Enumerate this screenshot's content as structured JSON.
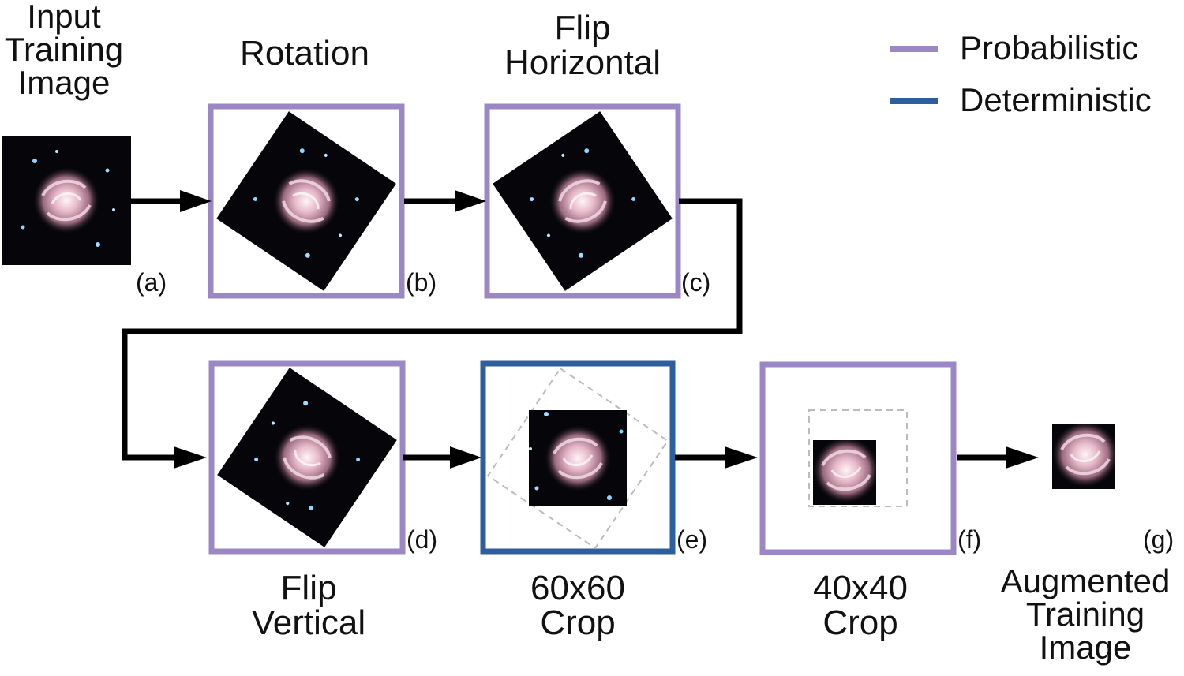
{
  "legend": {
    "probabilistic": {
      "label": "Probabilistic",
      "color": "#9b87c4"
    },
    "deterministic": {
      "label": "Deterministic",
      "color": "#2d5f9e"
    }
  },
  "steps": {
    "a": {
      "title_lines": [
        "Input",
        "Training",
        "Image"
      ],
      "tag": "(a)"
    },
    "b": {
      "title_lines": [
        "Rotation"
      ],
      "tag": "(b)",
      "kind": "probabilistic"
    },
    "c": {
      "title_lines": [
        "Flip",
        "Horizontal"
      ],
      "tag": "(c)",
      "kind": "probabilistic"
    },
    "d": {
      "title_lines": [
        "Flip",
        "Vertical"
      ],
      "tag": "(d)",
      "kind": "probabilistic"
    },
    "e": {
      "title_lines": [
        "60x60",
        "Crop"
      ],
      "tag": "(e)",
      "kind": "deterministic"
    },
    "f": {
      "title_lines": [
        "40x40",
        "Crop"
      ],
      "tag": "(f)",
      "kind": "probabilistic"
    },
    "g": {
      "title_lines": [
        "Augmented",
        "Training",
        "Image"
      ],
      "tag": "(g)"
    }
  },
  "colors": {
    "arrow": "#000000",
    "dashed": "#bbbbbb",
    "sky": "#05050a",
    "galaxy_core": "#f4dde6",
    "galaxy_arm": "#c48fa5"
  }
}
